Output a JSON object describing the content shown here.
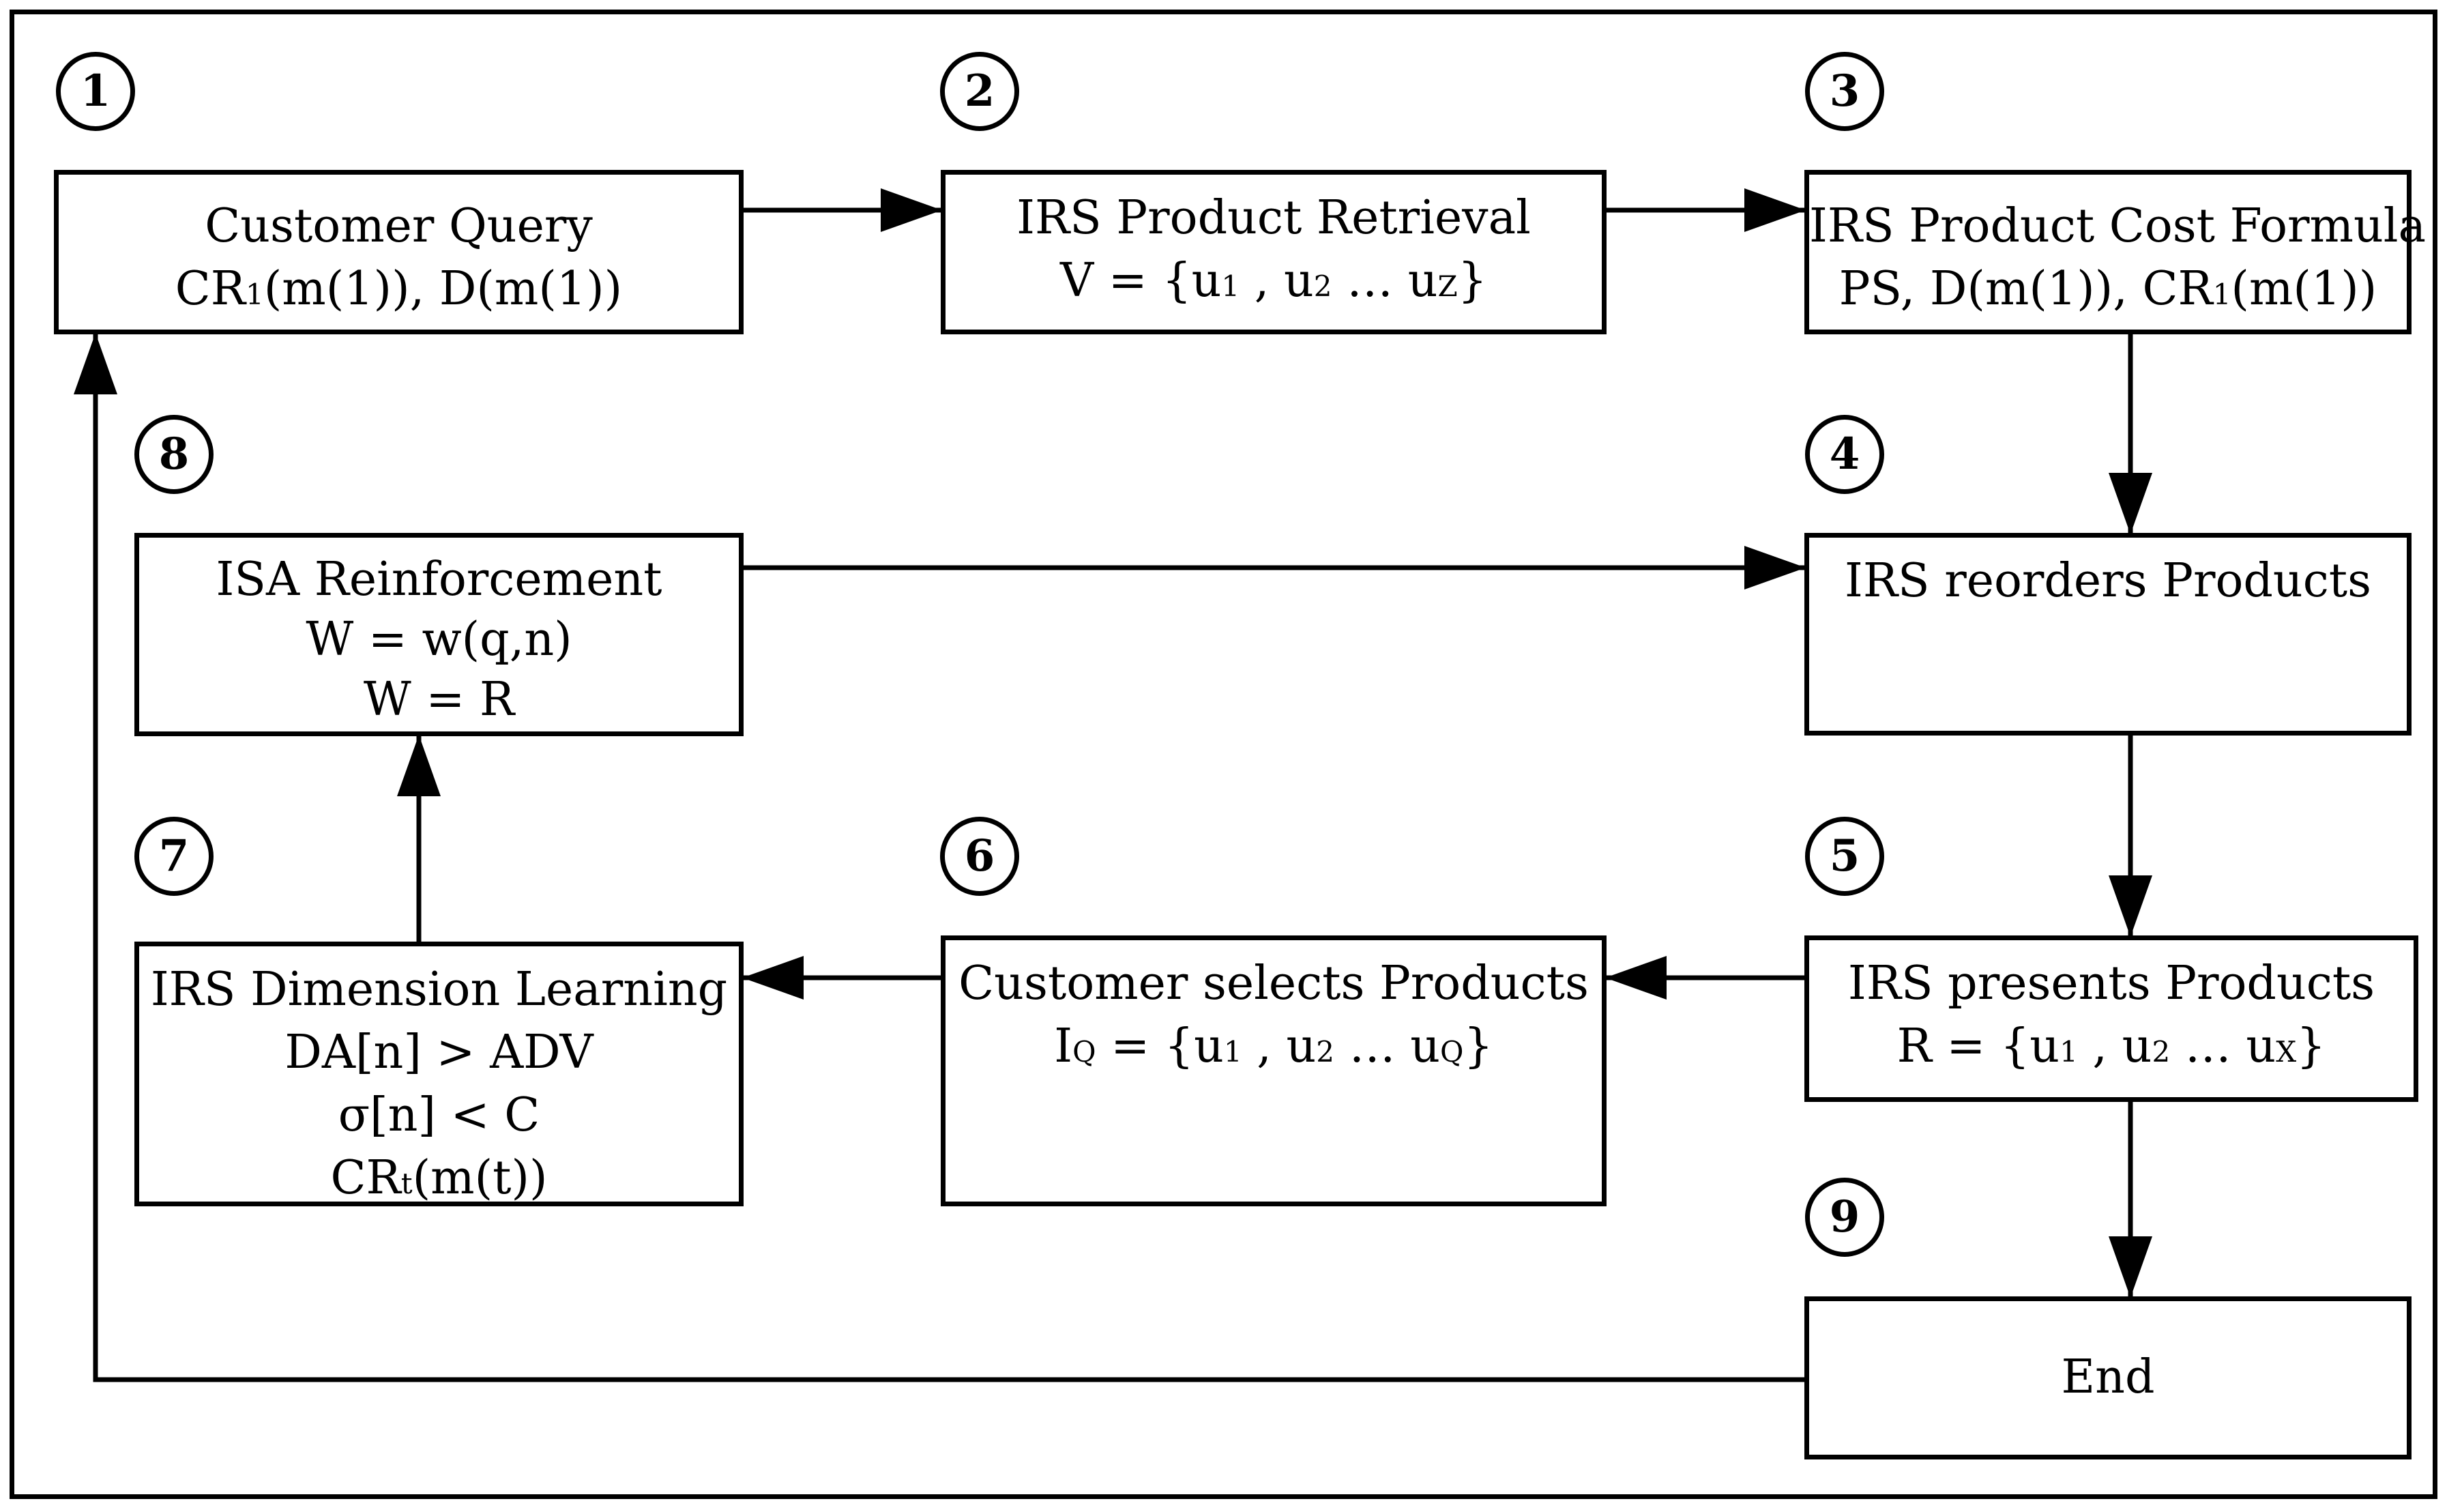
{
  "steps": [
    {
      "num": "1",
      "lines": [
        [
          "Customer Query"
        ],
        [
          "CR",
          {
            "sub": "1"
          },
          "(m(1)), D(m(1))"
        ]
      ]
    },
    {
      "num": "2",
      "lines": [
        [
          "IRS Product Retrieval"
        ],
        [
          "V = {u",
          {
            "sub": "1"
          },
          " , u",
          {
            "sub": "2"
          },
          " … u",
          {
            "sub": "Z"
          },
          "}"
        ]
      ]
    },
    {
      "num": "3",
      "lines": [
        [
          "IRS Product Cost Formula"
        ],
        [
          "PS, D(m(1)), CR",
          {
            "sub": "1"
          },
          "(m(1))"
        ]
      ]
    },
    {
      "num": "4",
      "lines": [
        [
          "IRS reorders Products"
        ]
      ]
    },
    {
      "num": "5",
      "lines": [
        [
          "IRS presents Products"
        ],
        [
          "R = {u",
          {
            "sub": "1"
          },
          " , u",
          {
            "sub": "2"
          },
          " … u",
          {
            "sub": "X"
          },
          "}"
        ]
      ]
    },
    {
      "num": "6",
      "lines": [
        [
          "Customer selects Products"
        ],
        [
          "I",
          {
            "sub": "Q"
          },
          " = {u",
          {
            "sub": "1"
          },
          " , u",
          {
            "sub": "2"
          },
          " … u",
          {
            "sub": "Q"
          },
          "}"
        ]
      ]
    },
    {
      "num": "7",
      "lines": [
        [
          "IRS Dimension Learning"
        ],
        [
          "DA[n] > ADV"
        ],
        [
          "σ[n] < C"
        ],
        [
          "CR",
          {
            "sub": "t"
          },
          "(m(t))"
        ]
      ]
    },
    {
      "num": "8",
      "lines": [
        [
          "ISA Reinforcement"
        ],
        [
          "W = w(q,n)"
        ],
        [
          "W = R"
        ]
      ]
    },
    {
      "num": "9",
      "lines": [
        [
          "End"
        ]
      ]
    }
  ],
  "colors": {
    "stroke": "#000000",
    "background": "#ffffff"
  }
}
